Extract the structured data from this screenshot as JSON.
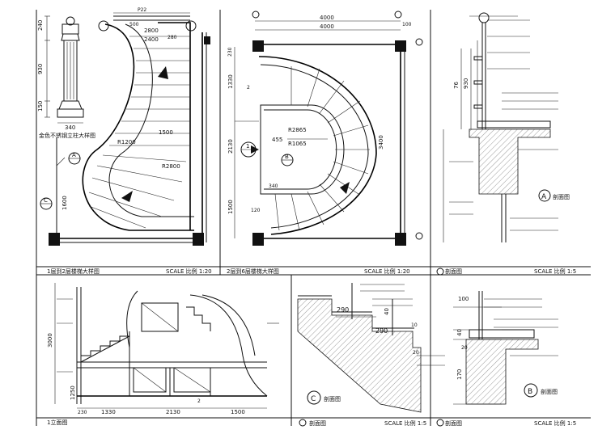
{
  "frames": {
    "plan1": {
      "title": "1层到2层楼梯大样图",
      "scale": "SCALE 比例 1:20"
    },
    "plan2": {
      "title": "2层到6层楼梯大样图",
      "scale": "SCALE 比例 1:20"
    },
    "sectionA": {
      "marker": "A",
      "title": "剖面图",
      "scale": "SCALE 比例 1:5"
    },
    "elevation": {
      "title": "1立面图"
    },
    "sectionC": {
      "marker": "C",
      "title": "剖面图",
      "scale": "SCALE 比例 1:5"
    },
    "sectionB": {
      "marker": "B",
      "title": "剖面图",
      "scale": "SCALE 比例 1:5"
    }
  },
  "plan1_dims": {
    "p22": "P22",
    "d500": "500",
    "d2800": "2800",
    "d2400": "2400",
    "d280": "280",
    "d1500": "1500",
    "d1600": "1600",
    "r1200": "R1200",
    "r2800": "R2800",
    "d240": "240",
    "d930": "930",
    "d150": "150",
    "d340": "340",
    "markA": "A",
    "markC": "C"
  },
  "plan1_notes": {
    "baluster": "金色不锈钢立柱大样图"
  },
  "plan2_dims": {
    "d4000a": "4000",
    "d4000b": "4000",
    "d100": "100",
    "d1330": "1330",
    "d2130": "2130",
    "d1500": "1500",
    "d3400": "3400",
    "d455": "455",
    "r2865": "R2865",
    "r1065": "R1065",
    "d340": "340",
    "d120": "120",
    "d230": "230",
    "d2": "2",
    "markB": "B",
    "mark1": "1"
  },
  "sectionA_dims": {
    "d76": "76",
    "d930": "930",
    "markA": "A"
  },
  "elevation_dims": {
    "d3000": "3000",
    "d1330": "1330",
    "d2130": "2130",
    "d1500": "1500",
    "d230": "230",
    "d1250": "1250",
    "d2a": "2"
  },
  "sectionC_dims": {
    "d290a": "290",
    "d290b": "290",
    "d40": "40",
    "d10": "10",
    "d20": "20",
    "markC": "C"
  },
  "sectionB_dims": {
    "d100": "100",
    "d40": "40",
    "d20": "20",
    "d170": "170",
    "markB": "B"
  }
}
